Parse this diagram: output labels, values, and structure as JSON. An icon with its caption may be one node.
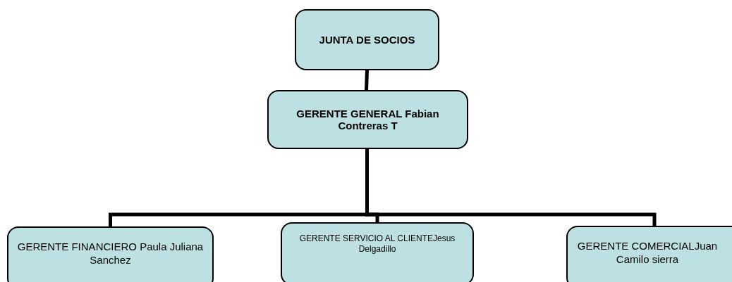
{
  "diagram": {
    "nodes": [
      {
        "text": [
          "JUNTA DE SOCIOS"
        ]
      },
      {
        "text": [
          "GERENTE GENERAL Fabian Contreras T"
        ]
      },
      {
        "text": [
          "GERENTE FINANCIERO  Paula Juliana Sanchez"
        ]
      },
      {
        "text": [
          "GERENTE SERVICIO AL CLIENTEJesus Delgadillo"
        ]
      },
      {
        "text": [
          "GERENTE COMERCIALJuan Camilo sierra"
        ]
      }
    ],
    "edges": [
      {
        "from": 0,
        "to": 1,
        "arrow": "none"
      },
      {
        "from": 1,
        "to": 2,
        "arrow": "none"
      },
      {
        "from": 1,
        "to": 3,
        "arrow": "none"
      },
      {
        "from": 1,
        "to": 4,
        "arrow": "none"
      }
    ]
  }
}
